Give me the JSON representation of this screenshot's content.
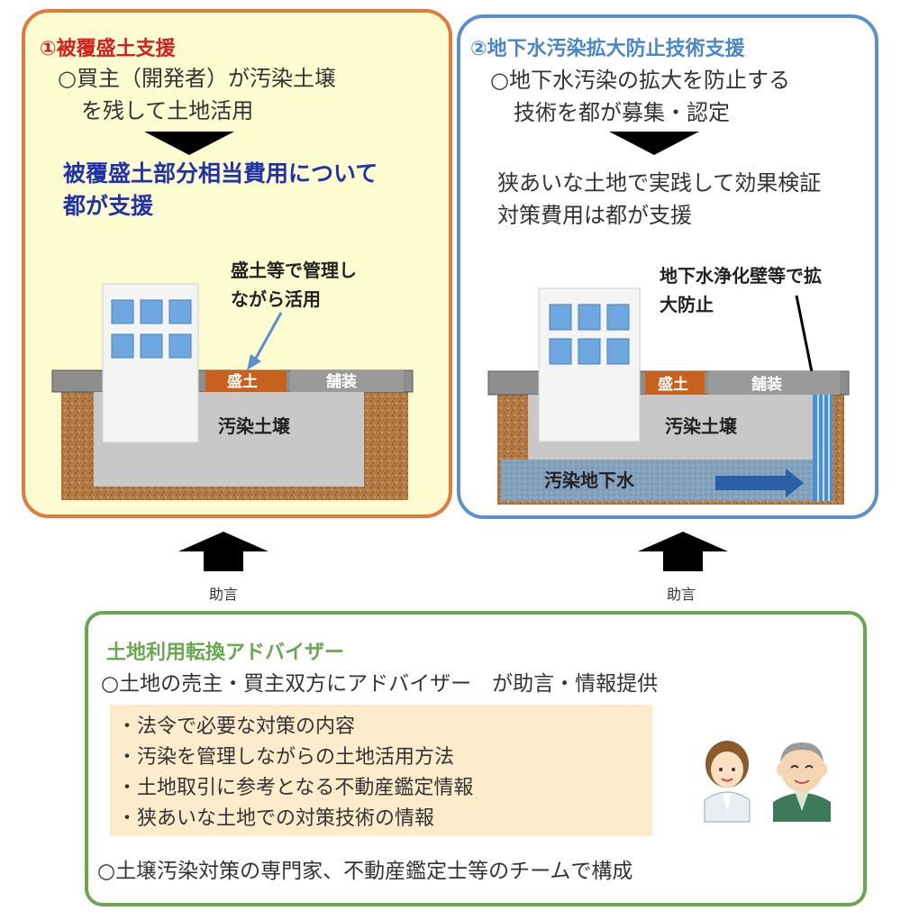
{
  "panel1": {
    "title": "①被覆盛土支援",
    "desc_line1": "○買主（開発者）が汚染土壌",
    "desc_line2": "を残して土地活用",
    "result_line1": "被覆盛土部分相当費用について",
    "result_line2": "都が支援",
    "callout_line1": "盛土等で管理し",
    "callout_line2": "ながら活用",
    "fill_label": "盛土",
    "paving_label": "舗装",
    "soil_label": "汚染土壌"
  },
  "panel2": {
    "title": "②地下水汚染拡大防止技術支援",
    "desc_line1": "○地下水汚染の拡大を防止する",
    "desc_line2": "技術を都が募集・認定",
    "result_line1": "狭あいな土地で実践して効果検証",
    "result_line2": "対策費用は都が支援",
    "callout_line1": "地下水浄化壁等で拡",
    "callout_line2": "大防止",
    "fill_label": "盛土",
    "paving_label": "舗装",
    "soil_label": "汚染土壌",
    "groundwater_label": "汚染地下水"
  },
  "arrows": {
    "left_label": "助言",
    "right_label": "助言"
  },
  "panel3": {
    "title": "土地利用転換アドバイザー",
    "line1": "○土地の売主・買主双方にアドバイザー　が助言・情報提供",
    "bullets": [
      "・法令で必要な対策の内容",
      "・汚染を管理しながらの土地活用方法",
      "・土地取引に参考となる不動産鑑定情報",
      "・狭あいな土地での対策技術の情報"
    ],
    "line2": "○土壌汚染対策の専門家、不動産鑑定士等のチームで構成"
  },
  "colors": {
    "panel1_border": "#e07b39",
    "panel1_title": "#d62020",
    "panel2_border": "#5b8fce",
    "panel2_title": "#4a86c8",
    "panel3_border": "#6aa84f",
    "panel3_title": "#6aa84f",
    "fill_orange": "#c8601e",
    "groundwater_arrow": "#2a5fa8"
  },
  "icons": [
    "down-triangle-icon",
    "up-arrow-icon",
    "building-icon",
    "woman-advisor-icon",
    "man-advisor-icon"
  ]
}
